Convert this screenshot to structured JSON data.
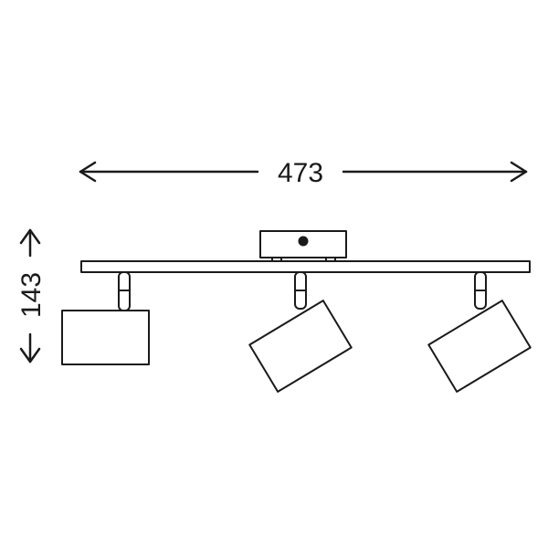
{
  "dimensions": {
    "width_label": "473",
    "height_label": "143"
  },
  "colors": {
    "stroke": "#1a1a1a",
    "background": "#ffffff"
  },
  "product": {
    "type": "three-spotlight ceiling bar",
    "spot_count": 3
  }
}
